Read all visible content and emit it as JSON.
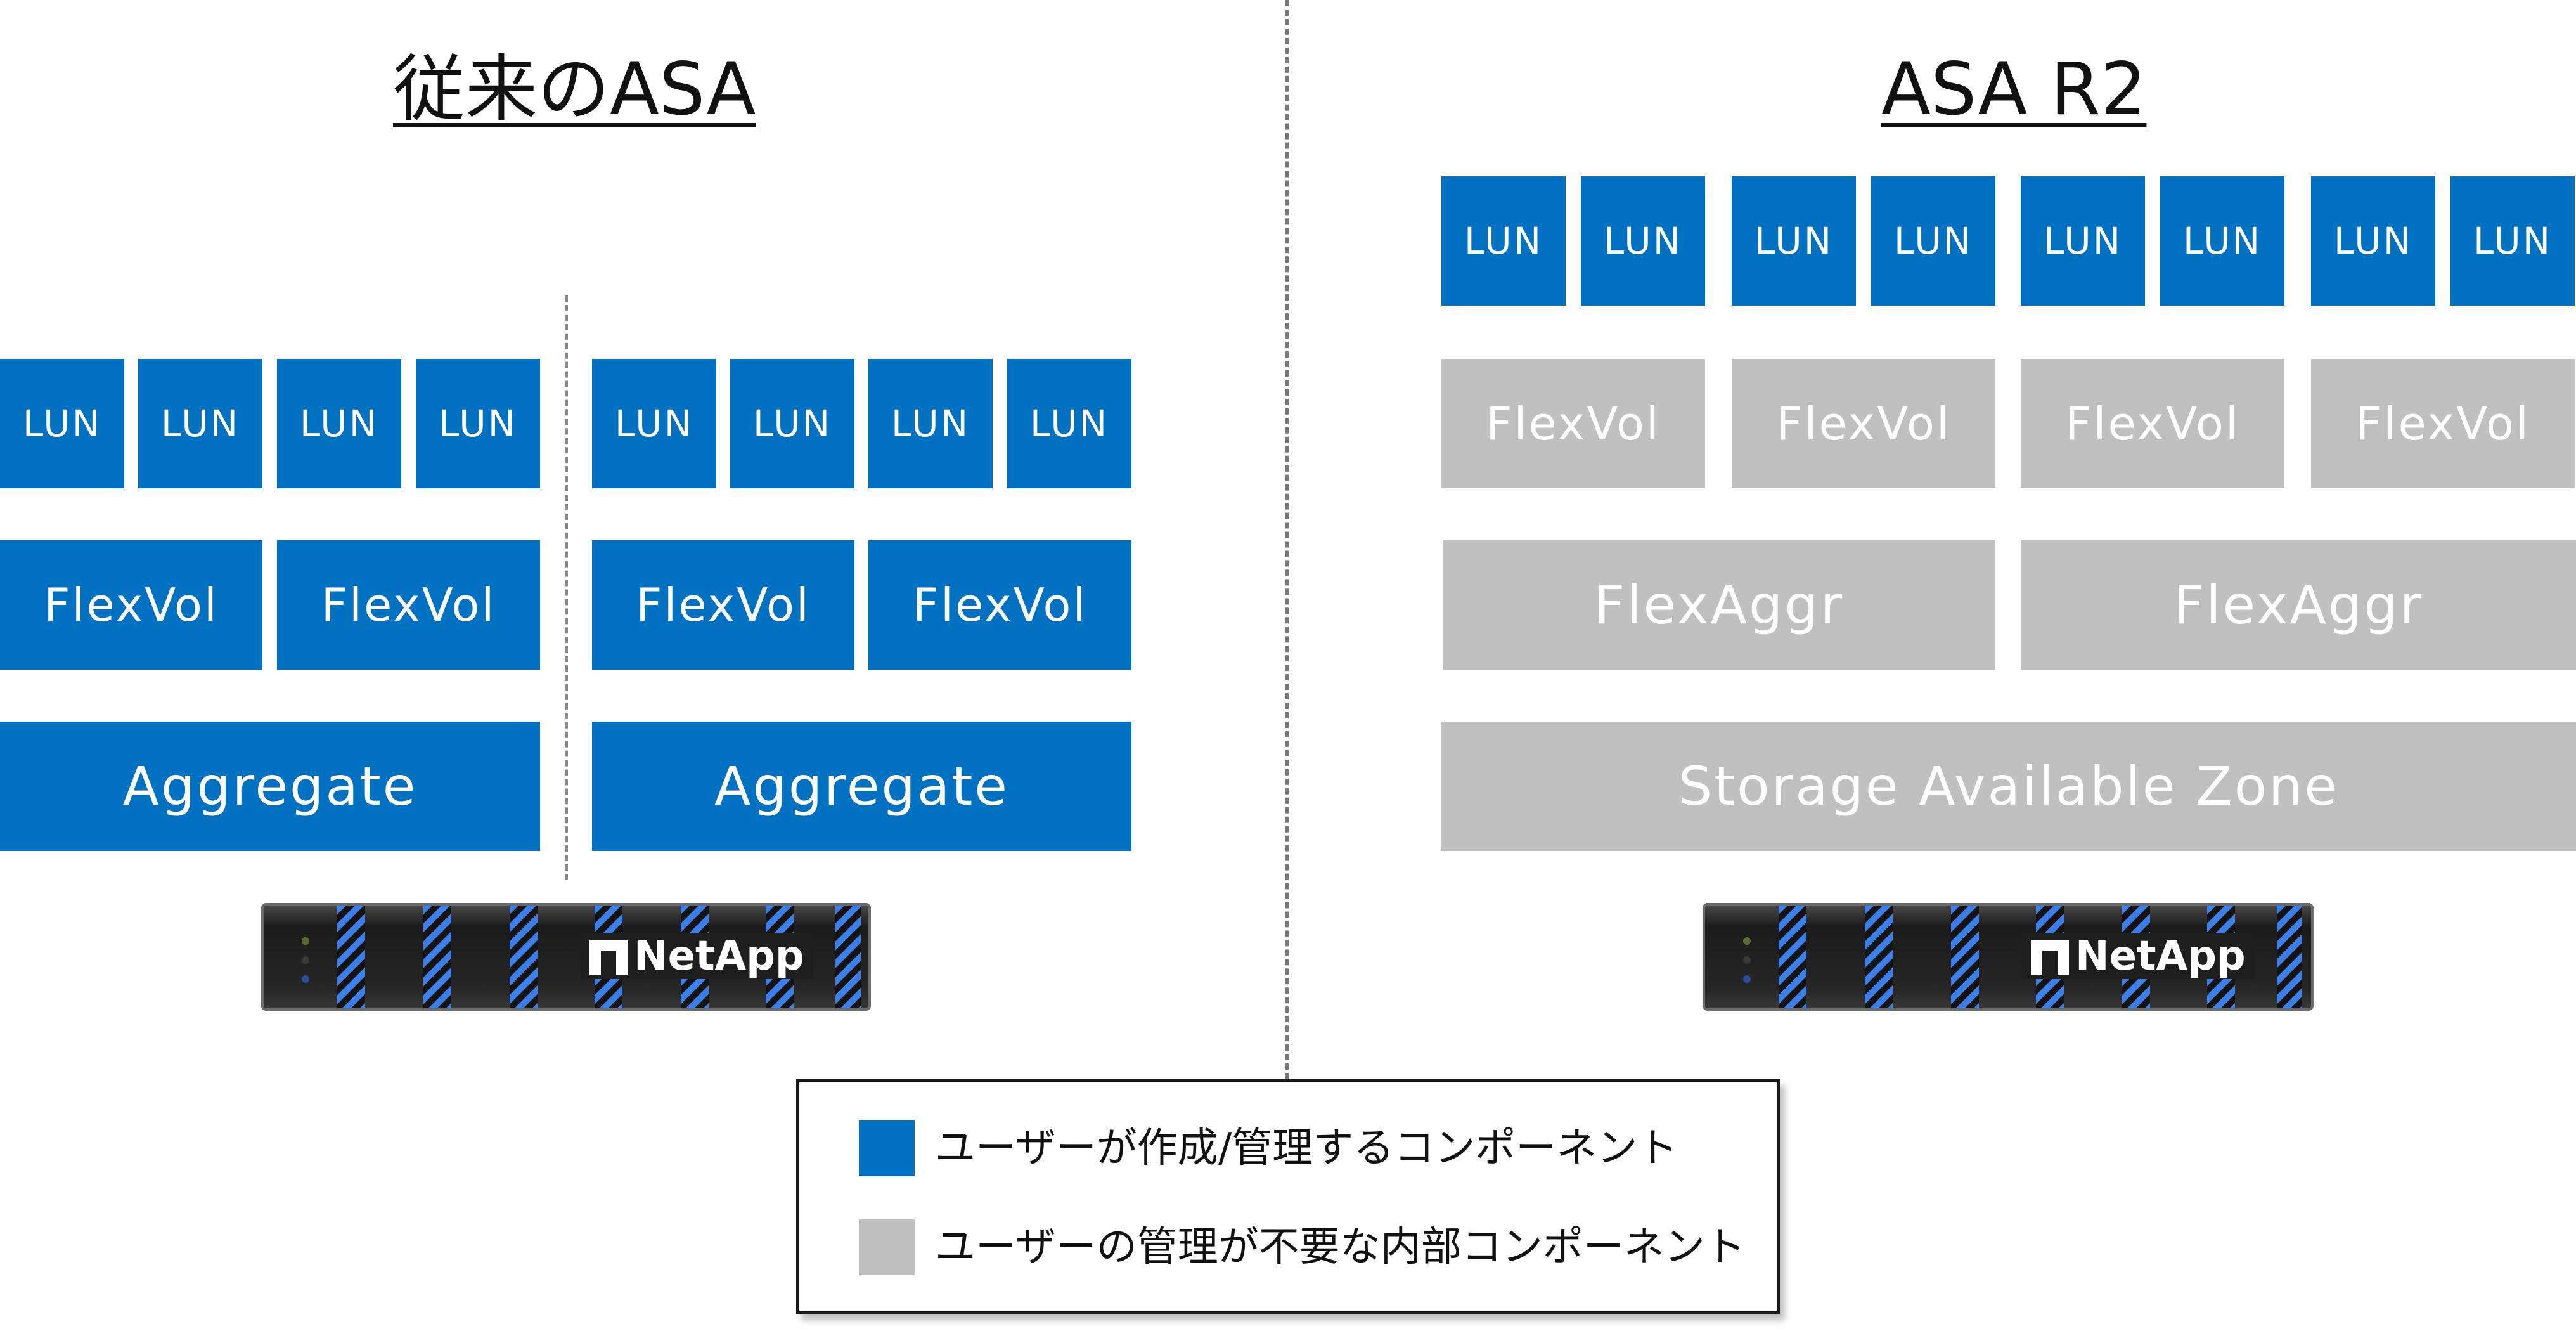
{
  "titles": {
    "left": "従来のASA",
    "right": "ASA R2"
  },
  "labels": {
    "lun": "LUN",
    "flexvol": "FlexVol",
    "aggregate": "Aggregate",
    "flexaggr": "FlexAggr",
    "saz": "Storage Available Zone",
    "brand": "NetApp"
  },
  "legend": {
    "user_managed": "ユーザーが作成/管理するコンポーネント",
    "internal": "ユーザーの管理が不要な内部コンポーネント"
  },
  "colors": {
    "user_managed": "#0070c0",
    "internal": "#c0c0c0"
  }
}
